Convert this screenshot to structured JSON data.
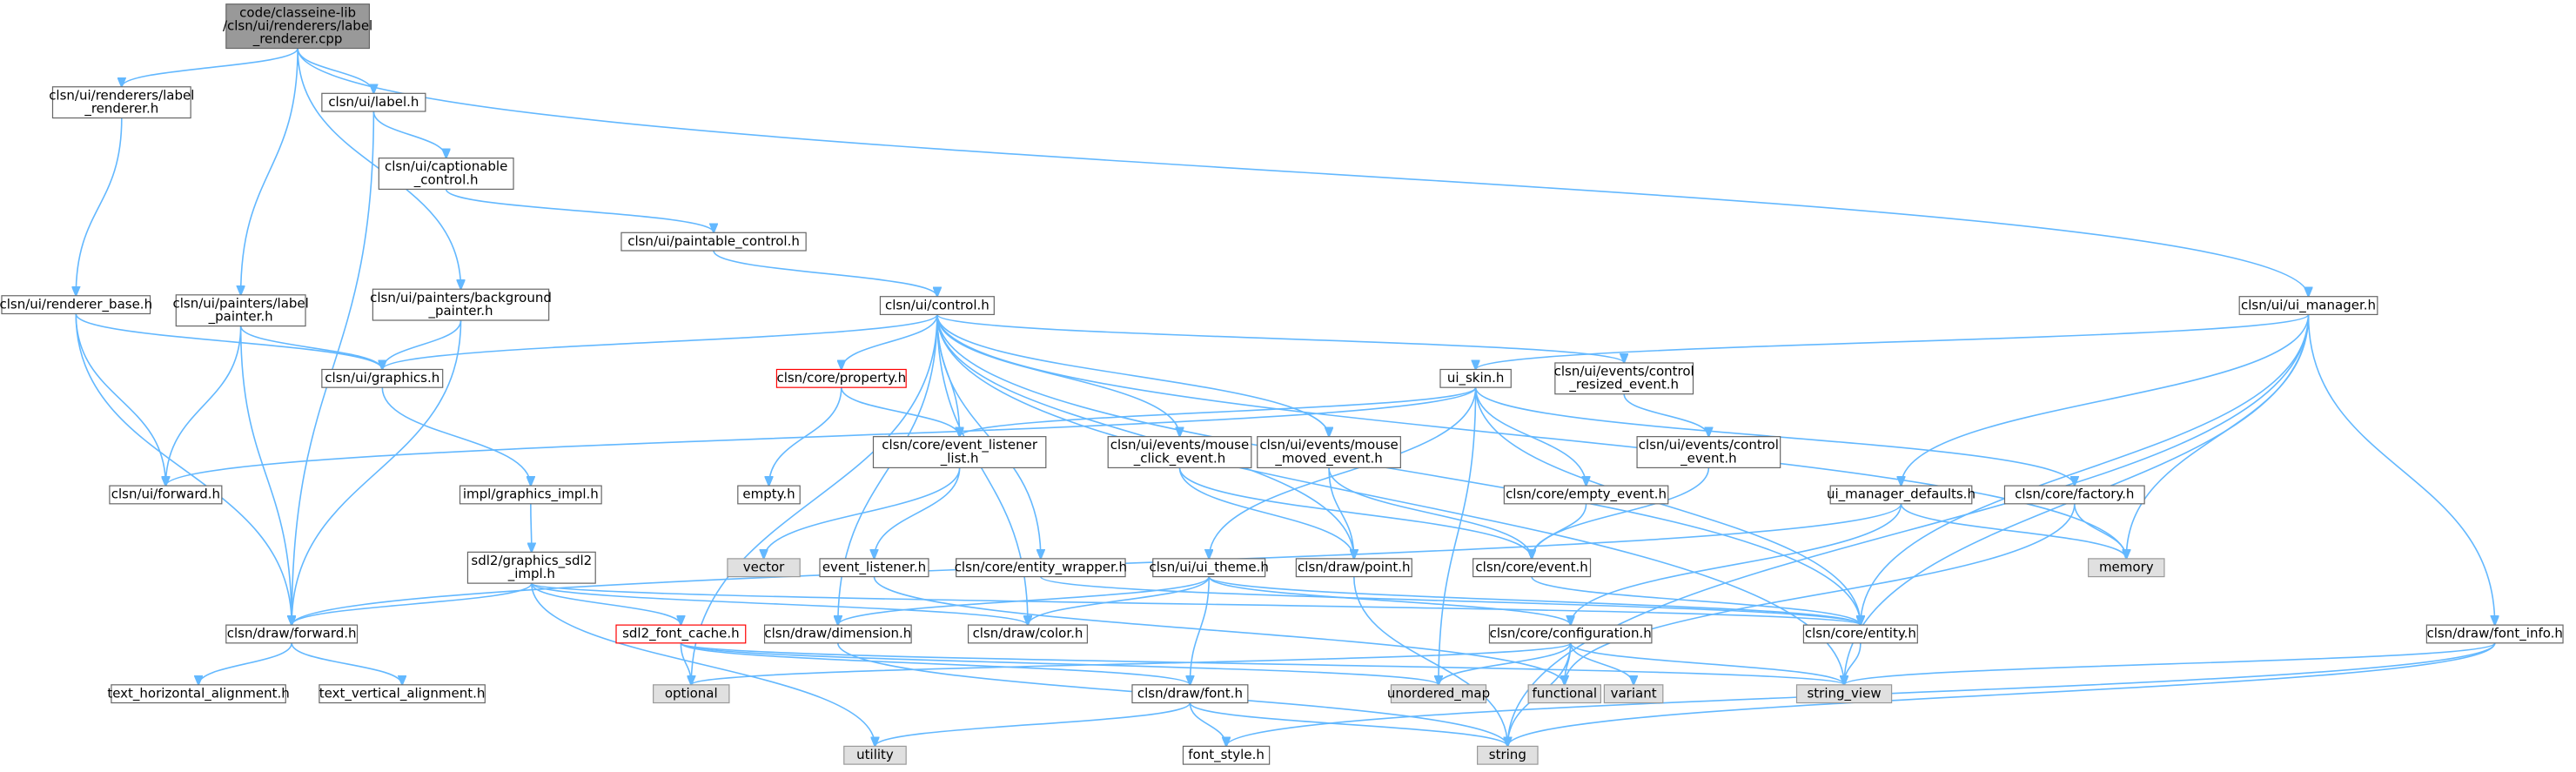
{
  "graph": {
    "colors": {
      "edge": "#63b8ff",
      "node_border": "#666666",
      "root_fill": "#999999",
      "system_fill": "#e0e0e0",
      "highlight_border": "#ff0000"
    },
    "nodes": [
      {
        "id": "root",
        "kind": "root",
        "lines": [
          "code/classeine-lib",
          "/clsn/ui/renderers/label",
          "_renderer.cpp"
        ]
      },
      {
        "id": "label_renderer_h",
        "kind": "normal",
        "lines": [
          "clsn/ui/renderers/label",
          "_renderer.h"
        ]
      },
      {
        "id": "label_h",
        "kind": "normal",
        "lines": [
          "clsn/ui/label.h"
        ]
      },
      {
        "id": "captionable_control",
        "kind": "normal",
        "lines": [
          "clsn/ui/captionable",
          "_control.h"
        ]
      },
      {
        "id": "paintable_control",
        "kind": "normal",
        "lines": [
          "clsn/ui/paintable_control.h"
        ]
      },
      {
        "id": "renderer_base",
        "kind": "normal",
        "lines": [
          "clsn/ui/renderer_base.h"
        ]
      },
      {
        "id": "label_painter",
        "kind": "normal",
        "lines": [
          "clsn/ui/painters/label",
          "_painter.h"
        ]
      },
      {
        "id": "background_painter",
        "kind": "normal",
        "lines": [
          "clsn/ui/painters/background",
          "_painter.h"
        ]
      },
      {
        "id": "control_h",
        "kind": "normal",
        "lines": [
          "clsn/ui/control.h"
        ]
      },
      {
        "id": "ui_manager",
        "kind": "normal",
        "lines": [
          "clsn/ui/ui_manager.h"
        ]
      },
      {
        "id": "graphics_h",
        "kind": "normal",
        "lines": [
          "clsn/ui/graphics.h"
        ]
      },
      {
        "id": "property_h",
        "kind": "red",
        "lines": [
          "clsn/core/property.h"
        ]
      },
      {
        "id": "ui_skin",
        "kind": "normal",
        "lines": [
          "ui_skin.h"
        ]
      },
      {
        "id": "control_resized",
        "kind": "normal",
        "lines": [
          "clsn/ui/events/control",
          "_resized_event.h"
        ]
      },
      {
        "id": "ui_forward",
        "kind": "normal",
        "lines": [
          "clsn/ui/forward.h"
        ]
      },
      {
        "id": "graphics_impl",
        "kind": "normal",
        "lines": [
          "impl/graphics_impl.h"
        ]
      },
      {
        "id": "empty_h",
        "kind": "normal",
        "lines": [
          "empty.h"
        ]
      },
      {
        "id": "event_listener_list",
        "kind": "normal",
        "lines": [
          "clsn/core/event_listener",
          "_list.h"
        ]
      },
      {
        "id": "mouse_click",
        "kind": "normal",
        "lines": [
          "clsn/ui/events/mouse",
          "_click_event.h"
        ]
      },
      {
        "id": "mouse_moved",
        "kind": "normal",
        "lines": [
          "clsn/ui/events/mouse",
          "_moved_event.h"
        ]
      },
      {
        "id": "empty_event",
        "kind": "normal",
        "lines": [
          "clsn/core/empty_event.h"
        ]
      },
      {
        "id": "control_event",
        "kind": "normal",
        "lines": [
          "clsn/ui/events/control",
          "_event.h"
        ]
      },
      {
        "id": "ui_manager_defaults",
        "kind": "normal",
        "lines": [
          "ui_manager_defaults.h"
        ]
      },
      {
        "id": "factory_h",
        "kind": "normal",
        "lines": [
          "clsn/core/factory.h"
        ]
      },
      {
        "id": "vector",
        "kind": "system",
        "lines": [
          "vector"
        ]
      },
      {
        "id": "event_listener_h",
        "kind": "normal",
        "lines": [
          "event_listener.h"
        ]
      },
      {
        "id": "entity_wrapper",
        "kind": "normal",
        "lines": [
          "clsn/core/entity_wrapper.h"
        ]
      },
      {
        "id": "ui_theme",
        "kind": "normal",
        "lines": [
          "clsn/ui/ui_theme.h"
        ]
      },
      {
        "id": "draw_point",
        "kind": "normal",
        "lines": [
          "clsn/draw/point.h"
        ]
      },
      {
        "id": "core_event",
        "kind": "normal",
        "lines": [
          "clsn/core/event.h"
        ]
      },
      {
        "id": "memory",
        "kind": "system",
        "lines": [
          "memory"
        ]
      },
      {
        "id": "sdl2_graphics",
        "kind": "normal",
        "lines": [
          "sdl2/graphics_sdl2",
          "_impl.h"
        ]
      },
      {
        "id": "draw_forward",
        "kind": "normal",
        "lines": [
          "clsn/draw/forward.h"
        ]
      },
      {
        "id": "sdl2_font_cache",
        "kind": "red",
        "lines": [
          "sdl2_font_cache.h"
        ]
      },
      {
        "id": "draw_dimension",
        "kind": "normal",
        "lines": [
          "clsn/draw/dimension.h"
        ]
      },
      {
        "id": "draw_color",
        "kind": "normal",
        "lines": [
          "clsn/draw/color.h"
        ]
      },
      {
        "id": "configuration",
        "kind": "normal",
        "lines": [
          "clsn/core/configuration.h"
        ]
      },
      {
        "id": "core_entity",
        "kind": "normal",
        "lines": [
          "clsn/core/entity.h"
        ]
      },
      {
        "id": "font_info",
        "kind": "normal",
        "lines": [
          "clsn/draw/font_info.h"
        ]
      },
      {
        "id": "text_h_align",
        "kind": "normal",
        "lines": [
          "text_horizontal_alignment.h"
        ]
      },
      {
        "id": "text_v_align",
        "kind": "normal",
        "lines": [
          "text_vertical_alignment.h"
        ]
      },
      {
        "id": "optional",
        "kind": "system",
        "lines": [
          "optional"
        ]
      },
      {
        "id": "unordered_map",
        "kind": "system",
        "lines": [
          "unordered_map"
        ]
      },
      {
        "id": "functional",
        "kind": "system",
        "lines": [
          "functional"
        ]
      },
      {
        "id": "variant",
        "kind": "system",
        "lines": [
          "variant"
        ]
      },
      {
        "id": "string_view",
        "kind": "system",
        "lines": [
          "string_view"
        ]
      },
      {
        "id": "draw_font",
        "kind": "normal",
        "lines": [
          "clsn/draw/font.h"
        ]
      },
      {
        "id": "utility",
        "kind": "system",
        "lines": [
          "utility"
        ]
      },
      {
        "id": "font_style",
        "kind": "normal",
        "lines": [
          "font_style.h"
        ]
      },
      {
        "id": "string",
        "kind": "system",
        "lines": [
          "string"
        ]
      }
    ],
    "edges": [
      [
        "root",
        "label_renderer_h"
      ],
      [
        "root",
        "label_h"
      ],
      [
        "root",
        "label_painter"
      ],
      [
        "root",
        "background_painter"
      ],
      [
        "root",
        "ui_manager"
      ],
      [
        "label_renderer_h",
        "renderer_base"
      ],
      [
        "label_h",
        "captionable_control"
      ],
      [
        "label_h",
        "draw_forward"
      ],
      [
        "captionable_control",
        "paintable_control"
      ],
      [
        "paintable_control",
        "control_h"
      ],
      [
        "renderer_base",
        "graphics_h"
      ],
      [
        "renderer_base",
        "ui_forward"
      ],
      [
        "renderer_base",
        "draw_forward"
      ],
      [
        "label_painter",
        "graphics_h"
      ],
      [
        "label_painter",
        "ui_forward"
      ],
      [
        "label_painter",
        "draw_forward"
      ],
      [
        "background_painter",
        "graphics_h"
      ],
      [
        "background_painter",
        "draw_forward"
      ],
      [
        "control_h",
        "graphics_h"
      ],
      [
        "control_h",
        "property_h"
      ],
      [
        "control_h",
        "event_listener_list"
      ],
      [
        "control_h",
        "mouse_click"
      ],
      [
        "control_h",
        "mouse_moved"
      ],
      [
        "control_h",
        "control_resized"
      ],
      [
        "control_h",
        "entity_wrapper"
      ],
      [
        "control_h",
        "draw_dimension"
      ],
      [
        "control_h",
        "draw_color"
      ],
      [
        "control_h",
        "optional"
      ],
      [
        "control_h",
        "memory"
      ],
      [
        "control_h",
        "core_entity"
      ],
      [
        "control_h",
        "string_view"
      ],
      [
        "control_h",
        "draw_point"
      ],
      [
        "ui_manager",
        "ui_skin"
      ],
      [
        "ui_manager",
        "ui_manager_defaults"
      ],
      [
        "ui_manager",
        "memory"
      ],
      [
        "ui_manager",
        "core_entity"
      ],
      [
        "ui_manager",
        "font_info"
      ],
      [
        "ui_manager",
        "string_view"
      ],
      [
        "ui_manager",
        "string"
      ],
      [
        "graphics_h",
        "graphics_impl"
      ],
      [
        "graphics_impl",
        "sdl2_graphics"
      ],
      [
        "property_h",
        "empty_h"
      ],
      [
        "property_h",
        "event_listener_list"
      ],
      [
        "ui_skin",
        "ui_forward"
      ],
      [
        "ui_skin",
        "event_listener_list"
      ],
      [
        "ui_skin",
        "empty_event"
      ],
      [
        "ui_skin",
        "factory_h"
      ],
      [
        "ui_skin",
        "ui_theme"
      ],
      [
        "ui_skin",
        "core_entity"
      ],
      [
        "ui_skin",
        "unordered_map"
      ],
      [
        "control_resized",
        "control_event"
      ],
      [
        "event_listener_list",
        "vector"
      ],
      [
        "event_listener_list",
        "event_listener_h"
      ],
      [
        "mouse_click",
        "draw_point"
      ],
      [
        "mouse_click",
        "core_event"
      ],
      [
        "mouse_moved",
        "draw_point"
      ],
      [
        "mouse_moved",
        "core_event"
      ],
      [
        "empty_event",
        "core_event"
      ],
      [
        "control_event",
        "core_event"
      ],
      [
        "ui_manager_defaults",
        "configuration"
      ],
      [
        "ui_manager_defaults",
        "memory"
      ],
      [
        "ui_manager_defaults",
        "draw_forward"
      ],
      [
        "factory_h",
        "memory"
      ],
      [
        "factory_h",
        "functional"
      ],
      [
        "event_listener_h",
        "functional"
      ],
      [
        "entity_wrapper",
        "core_entity"
      ],
      [
        "ui_theme",
        "draw_dimension"
      ],
      [
        "ui_theme",
        "draw_color"
      ],
      [
        "ui_theme",
        "draw_font"
      ],
      [
        "ui_theme",
        "configuration"
      ],
      [
        "ui_theme",
        "core_entity"
      ],
      [
        "draw_point",
        "string"
      ],
      [
        "core_event",
        "core_entity"
      ],
      [
        "sdl2_graphics",
        "draw_forward"
      ],
      [
        "sdl2_graphics",
        "sdl2_font_cache"
      ],
      [
        "sdl2_graphics",
        "draw_color"
      ],
      [
        "sdl2_graphics",
        "core_entity"
      ],
      [
        "sdl2_graphics",
        "utility"
      ],
      [
        "draw_forward",
        "text_h_align"
      ],
      [
        "draw_forward",
        "text_v_align"
      ],
      [
        "sdl2_font_cache",
        "optional"
      ],
      [
        "sdl2_font_cache",
        "draw_font"
      ],
      [
        "sdl2_font_cache",
        "string_view"
      ],
      [
        "sdl2_font_cache",
        "unordered_map"
      ],
      [
        "draw_dimension",
        "string"
      ],
      [
        "configuration",
        "optional"
      ],
      [
        "configuration",
        "unordered_map"
      ],
      [
        "configuration",
        "functional"
      ],
      [
        "configuration",
        "variant"
      ],
      [
        "configuration",
        "string_view"
      ],
      [
        "configuration",
        "string"
      ],
      [
        "core_entity",
        "string_view"
      ],
      [
        "font_info",
        "string_view"
      ],
      [
        "font_info",
        "string"
      ],
      [
        "font_info",
        "font_style"
      ],
      [
        "draw_font",
        "utility"
      ],
      [
        "draw_font",
        "font_style"
      ],
      [
        "draw_font",
        "string"
      ]
    ]
  }
}
